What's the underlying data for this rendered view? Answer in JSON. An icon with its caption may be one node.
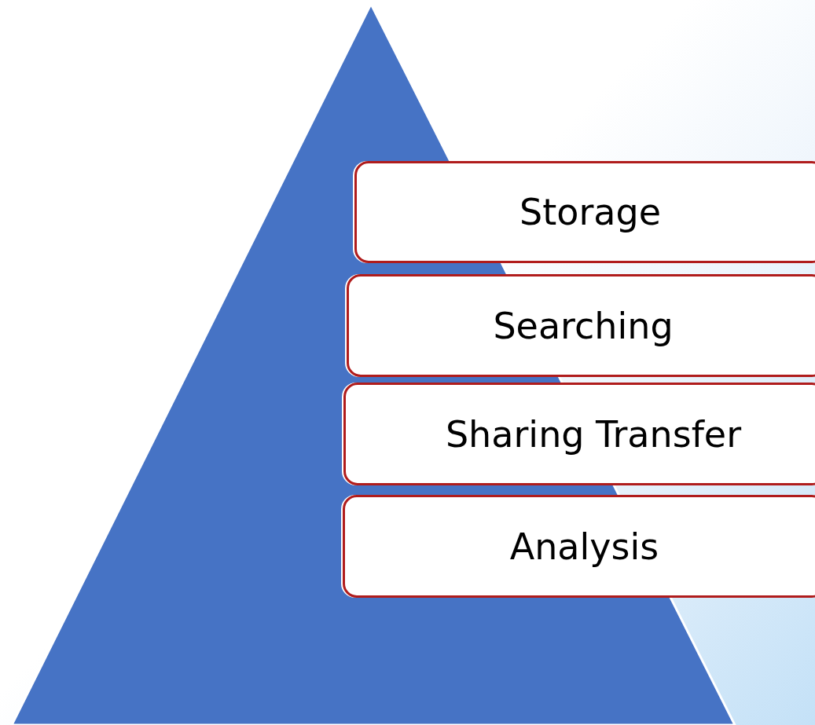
{
  "diagram": {
    "nodes": [
      {
        "text": [
          "Storage"
        ]
      },
      {
        "text": [
          "Searching"
        ]
      },
      {
        "text": [
          "Sharing Transfer"
        ]
      },
      {
        "text": [
          "Analysis"
        ]
      }
    ]
  }
}
